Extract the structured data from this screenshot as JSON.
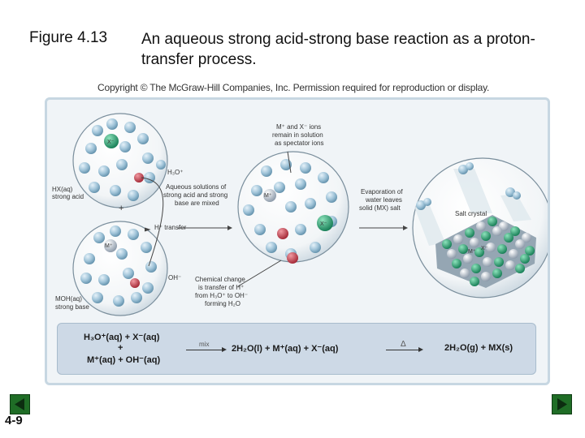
{
  "slide": {
    "figure_label": "Figure 4.13",
    "title": "An aqueous strong acid-strong base reaction as a proton-transfer process.",
    "copyright": "Copyright © The McGraw-Hill Companies, Inc. Permission required for reproduction or display.",
    "page_number": "4-9"
  },
  "diagram": {
    "acid_label_1": "HX(aq)",
    "acid_label_2": "strong acid",
    "plus": "+",
    "base_label_1": "MOH(aq)",
    "base_label_2": "strong base",
    "ion_x": "X⁻",
    "ion_m": "M⁺",
    "ion_x_plain": "X⁻",
    "ion_m_plain": "M⁺",
    "h3o_label": "H₃O⁺",
    "oh_label": "OH⁻",
    "h_transfer": "H⁺ transfer",
    "mixed_1": "Aqueous solutions of",
    "mixed_2": "strong acid and strong",
    "mixed_3": "base are mixed",
    "spectator_1": "M⁺ and X⁻ ions",
    "spectator_2": "remain in solution",
    "spectator_3": "as spectator ions",
    "change_1": "Chemical change",
    "change_2": "is transfer of H⁺",
    "change_3": "from H₃O⁺ to OH⁻",
    "change_4": "forming H₂O",
    "evap_1": "Evaporation of",
    "evap_2": "water leaves",
    "evap_3": "solid (MX) salt",
    "salt_crystal": "Salt crystal",
    "crystal_m": "M⁺",
    "crystal_x": "X⁻"
  },
  "equations": {
    "reactant_1": "H₃O⁺(aq) + X⁻(aq)",
    "plus": "+",
    "reactant_2": "M⁺(aq) + OH⁻(aq)",
    "arrow_1_label": "mix",
    "products_1": "2H₂O(l) + M⁺(aq) + X⁻(aq)",
    "arrow_2_label": "Δ",
    "products_2": "2H₂O(g) + MX(s)"
  },
  "colors": {
    "water": "#9fc3d8",
    "x_ion": "#1e9b6a",
    "m_ion": "#a7b6c6",
    "hydronium_oxygen": "#c73b48",
    "nav_button": "#1f6d26"
  },
  "icons": {
    "prev": "left-triangle-icon",
    "next": "right-triangle-icon"
  }
}
